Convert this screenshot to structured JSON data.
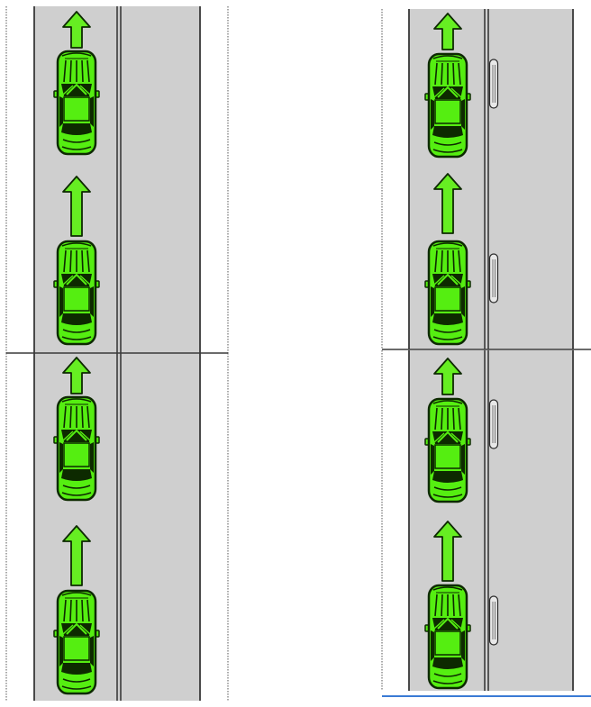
{
  "colors": {
    "page_background": "#ffffff",
    "lane": "#cfcfcf",
    "shoulder": "#ffffff",
    "road_line": "#3a3a3a",
    "vehicle_body": "#55ee11",
    "vehicle_outline": "#0d2a00",
    "arrow_fill": "#66ee22",
    "reflector": "#e8e8e8",
    "baseline_accent": "#3a7bd5"
  },
  "panels": [
    {
      "id": "left-diagram",
      "tiles": 2,
      "vehicles_per_tile": 2,
      "direction": "up",
      "lane_reflectors": false
    },
    {
      "id": "right-diagram",
      "tiles": 2,
      "vehicles_per_tile": 2,
      "direction": "up",
      "lane_reflectors": true
    }
  ]
}
